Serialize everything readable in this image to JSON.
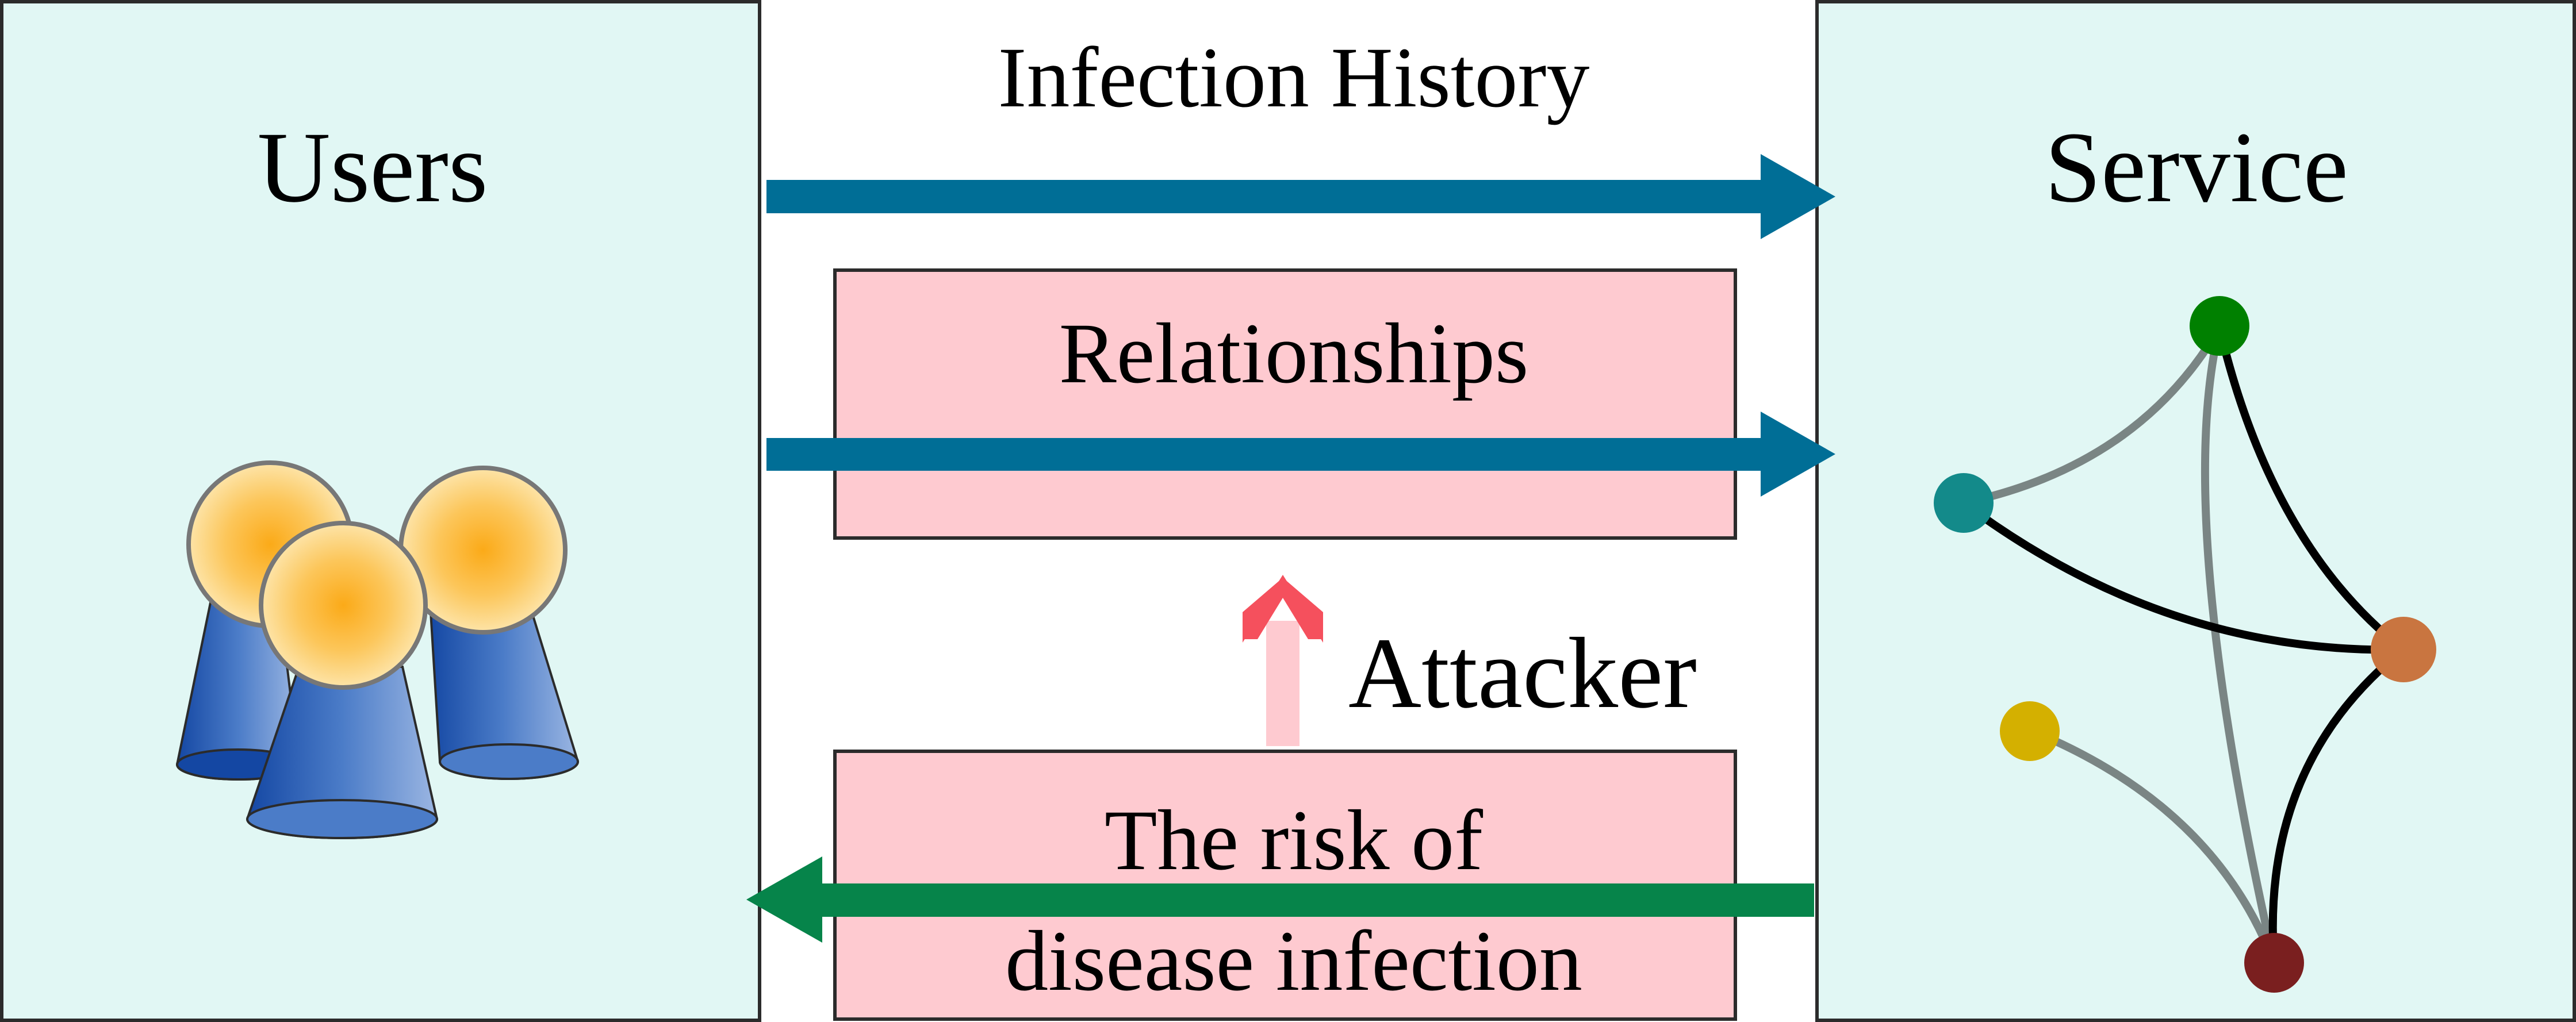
{
  "colors": {
    "panel_fill": "#e1f7f4",
    "panel_stroke": "#2b2b2b",
    "pink_box": "#fecad0",
    "blue_arrow": "#006e96",
    "green_arrow": "#06844a",
    "attacker_arrow_head": "#f5505d",
    "attacker_arrow_shaft": "#fecad0",
    "user_head": "#fbaa18",
    "user_body": "#1f55b0",
    "node_green": "#008000",
    "node_teal": "#138a8a",
    "node_orange": "#c97540",
    "node_yellow": "#d4b000",
    "node_darkred": "#7a1f1f",
    "edge_gray": "#7a8584",
    "edge_black": "#000000"
  },
  "users_panel": {
    "title": "Users",
    "icon": "users-group-icon"
  },
  "service_panel": {
    "title": "Service",
    "icon": "network-graph-icon"
  },
  "arrows": {
    "infection_history": {
      "label": "Infection History"
    },
    "relationships": {
      "label": "Relationships"
    },
    "risk": {
      "label_line1": "The risk of",
      "label_line2": "disease infection"
    }
  },
  "attacker": {
    "label": "Attacker",
    "icon": "up-arrow-icon"
  }
}
